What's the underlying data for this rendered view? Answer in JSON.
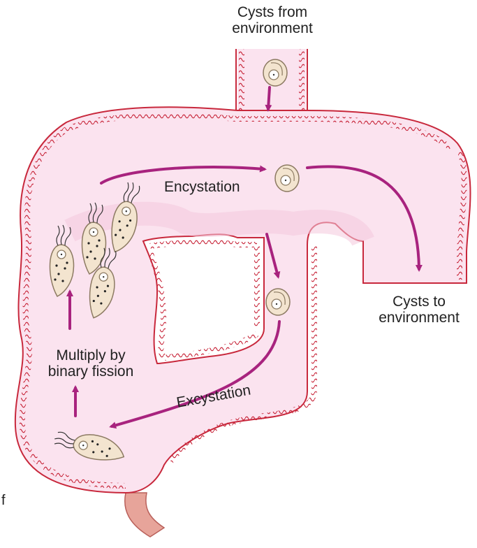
{
  "labels": {
    "cysts_from": [
      "Cysts from",
      "environment"
    ],
    "encystation": "Encystation",
    "cysts_to": [
      "Cysts to",
      "environment"
    ],
    "multiply": [
      "Multiply by",
      "binary fission"
    ],
    "excystation": "Excystation",
    "edge_fragment": "f"
  },
  "icons": {
    "cyst": "cyst-icon",
    "trophozoite": "trophozoite-icon",
    "arrow": "magenta-arrow"
  },
  "colors": {
    "intestine_outline": "#c8283c",
    "intestine_fill": "#fbe3ef",
    "arrow": "#a8237e",
    "organism_fill": "#f3e4cf",
    "organism_outline": "#8c7a62",
    "rectum": "#e7a49a",
    "text": "#222222"
  }
}
